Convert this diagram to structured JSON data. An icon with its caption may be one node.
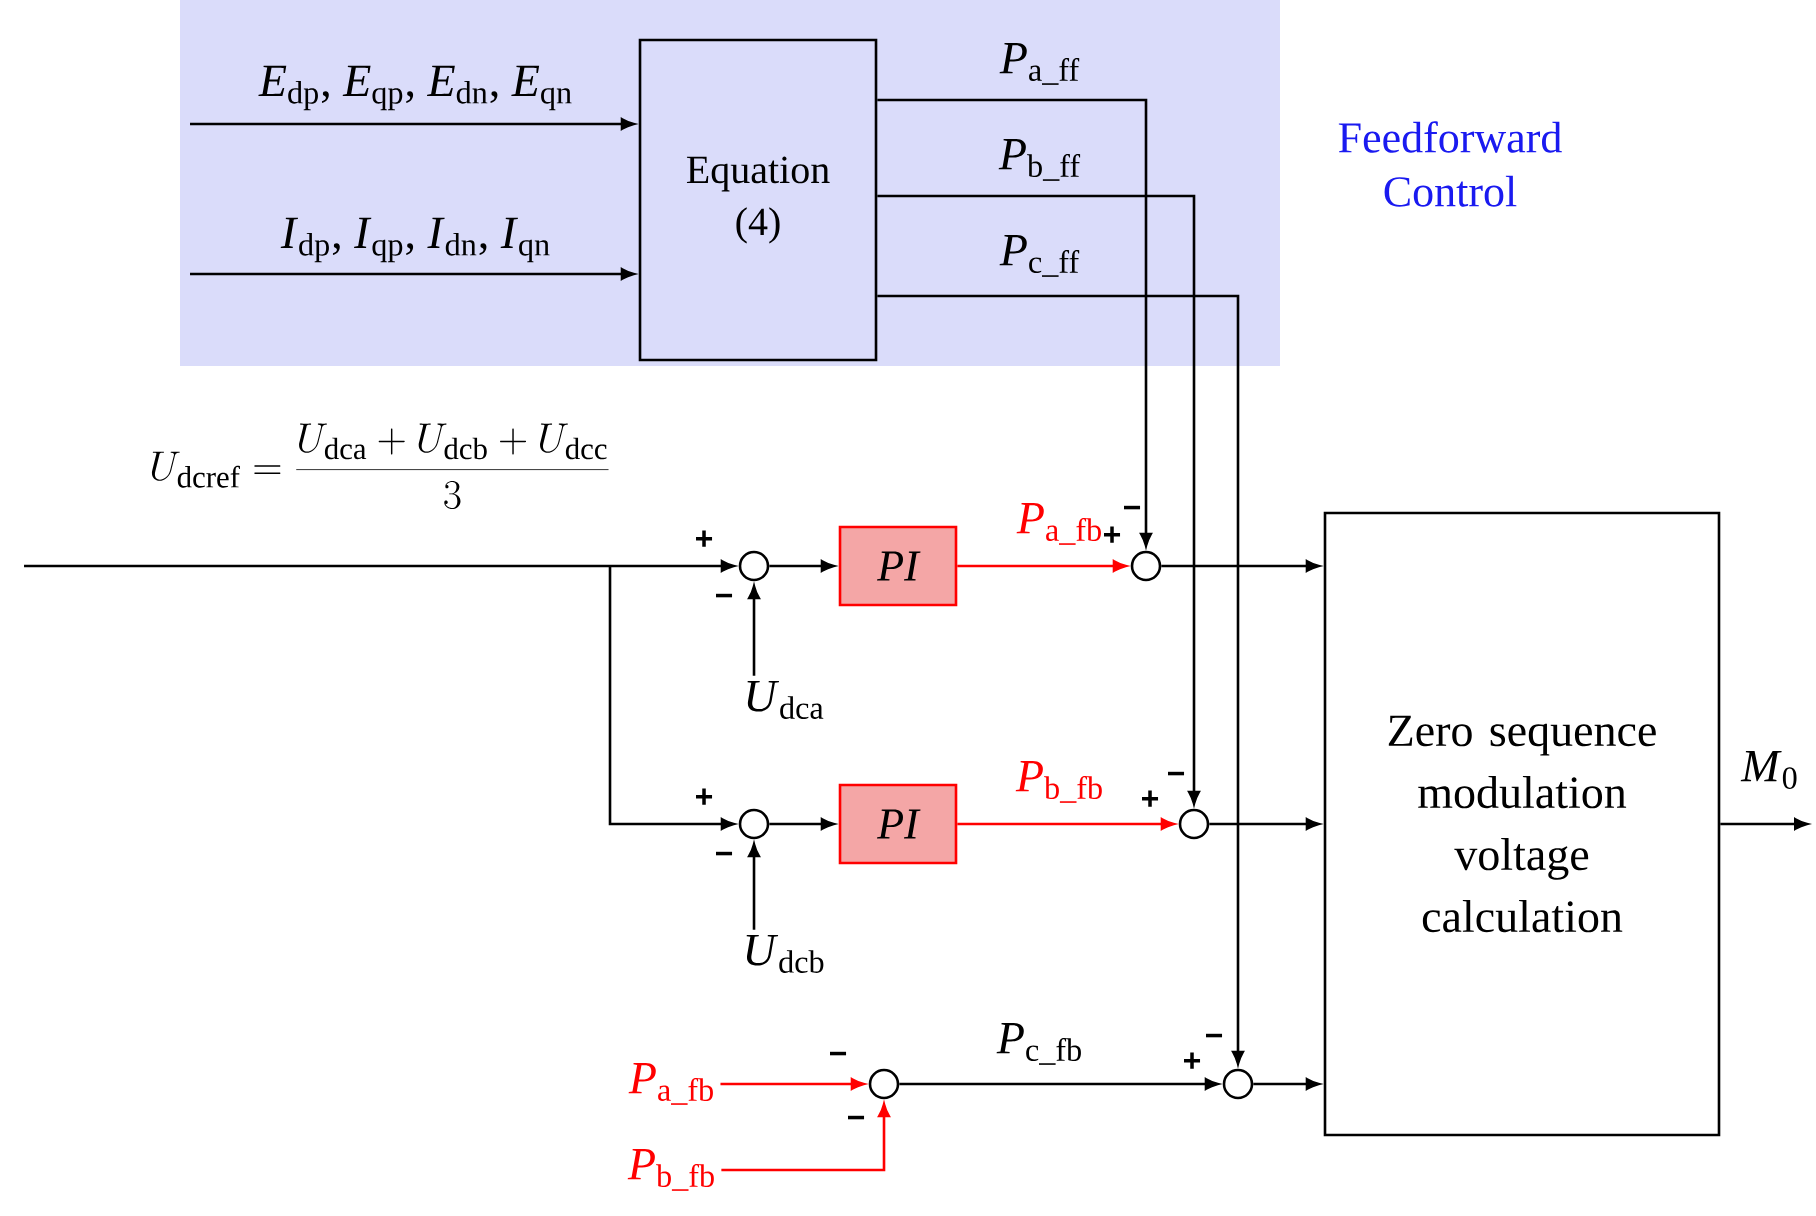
{
  "diagram": {
    "nodes": [
      {
        "text": [
          "Feedforward Control"
        ]
      },
      {
        "text": [
          "Equation (4)"
        ],
        "in": 0
      },
      {
        "text": [],
        "shape": "circle"
      },
      {
        "text": [
          "PI"
        ]
      },
      {
        "text": [],
        "shape": "circle"
      },
      {
        "text": [
          "Zero sequence modulation voltage calculation"
        ]
      },
      {
        "text": [
          "*U*$_{dca}$"
        ]
      },
      {
        "text": [],
        "shape": "circle"
      },
      {
        "text": [
          "PI"
        ]
      },
      {
        "text": [],
        "shape": "circle"
      },
      {
        "text": [
          "*U*$_{dcb}$"
        ]
      },
      {
        "text": [
          "*P*$_{a_fb}$"
        ]
      },
      {
        "text": [],
        "shape": "circle"
      },
      {
        "text": [],
        "shape": "circle"
      },
      {
        "text": [
          "*P*$_{b_fb}$"
        ]
      }
    ],
    "edges": [
      {
        "from": null,
        "to": 1,
        "arrow": "to",
        "label": "*E*$_{dp}$, *E*$_{qp}$, *E*$_{dn}$, *E*$_{qn}$"
      },
      {
        "from": null,
        "to": 1,
        "arrow": "to",
        "label": "*I*$_{dp}$, *I*$_{qp}$, *I*$_{dn}$, *I*$_{qn}$"
      },
      {
        "from": 1,
        "to": 4,
        "arrow": "to",
        "label": "*P*$_{a_ff}$"
      },
      {
        "from": 1,
        "to": 9,
        "arrow": "to",
        "label": "*P*$_{b_ff}$"
      },
      {
        "from": 1,
        "to": 13,
        "arrow": "to",
        "label": "*P*$_{c_ff}$"
      },
      {
        "from": null,
        "to": 2,
        "arrow": "to",
        "label": "U_{\\mathrm{dcref}} = \\frac{U_{\\mathrm{dca}} + U_{\\mathrm{dcb}} + U_{\\mathrm{dcc}}}{3}"
      },
      {
        "from": null,
        "to": 7,
        "arrow": "to"
      },
      {
        "from": 6,
        "to": 2,
        "arrow": "to"
      },
      {
        "from": 2,
        "to": 3,
        "arrow": "to"
      },
      {
        "from": 3,
        "to": 4,
        "arrow": "to",
        "label": "*P*$_{a_fb}$",
        "color": "#ff0000"
      },
      {
        "from": 4,
        "to": 5,
        "arrow": "to"
      },
      {
        "from": 10,
        "to": 7,
        "arrow": "to"
      },
      {
        "from": 7,
        "to": 8,
        "arrow": "to"
      },
      {
        "from": 8,
        "to": 9,
        "arrow": "to",
        "label": "*P*$_{b_fb}$",
        "color": "#ff0000"
      },
      {
        "from": 9,
        "to": 5,
        "arrow": "to"
      },
      {
        "from": 11,
        "to": 12,
        "arrow": "to",
        "color": "#ff0000"
      },
      {
        "from": 14,
        "to": 12,
        "arrow": "to",
        "color": "#ff0000"
      },
      {
        "from": 12,
        "to": 13,
        "arrow": "to",
        "label": "*P*$_{c_fb}$"
      },
      {
        "from": 13,
        "to": 5,
        "arrow": "to"
      },
      {
        "from": 5,
        "to": null,
        "arrow": "to",
        "label": "*M*$_{0}$"
      }
    ],
    "labels": [
      "+",
      "−",
      "+",
      "−",
      "+",
      "−",
      "+",
      "−",
      "−",
      "−",
      "+",
      "−"
    ]
  }
}
